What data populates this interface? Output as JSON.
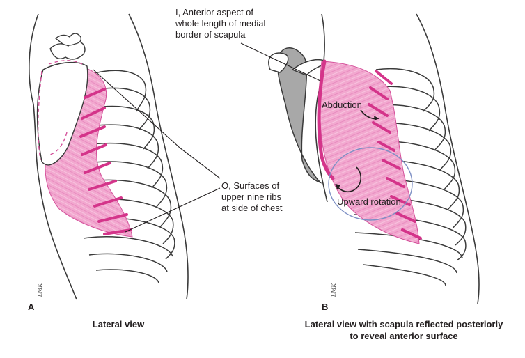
{
  "labels": {
    "insertion": [
      "I, Anterior aspect of",
      "whole length of medial",
      "border of scapula"
    ],
    "origin": [
      "O, Surfaces of",
      "upper nine ribs",
      "at side of chest"
    ],
    "abduction": "Abduction",
    "upward_rotation": "Upward rotation"
  },
  "panels": {
    "a": {
      "letter": "A",
      "caption": "Lateral view"
    },
    "b": {
      "letter": "B",
      "caption_line1": "Lateral view with scapula reflected posteriorly",
      "caption_line2": "to reveal anterior surface"
    }
  },
  "signature": "LMK",
  "colors": {
    "muscle": "#f2a8cf",
    "muscle_fiber": "#e37bb3",
    "muscle_edge": "#d4509a",
    "rib_digitation": "#d4348a",
    "bone_outline": "#3a3a3a",
    "scapula_shade": "#9a9a9a",
    "rotation_circle": "#7d8fc4"
  }
}
